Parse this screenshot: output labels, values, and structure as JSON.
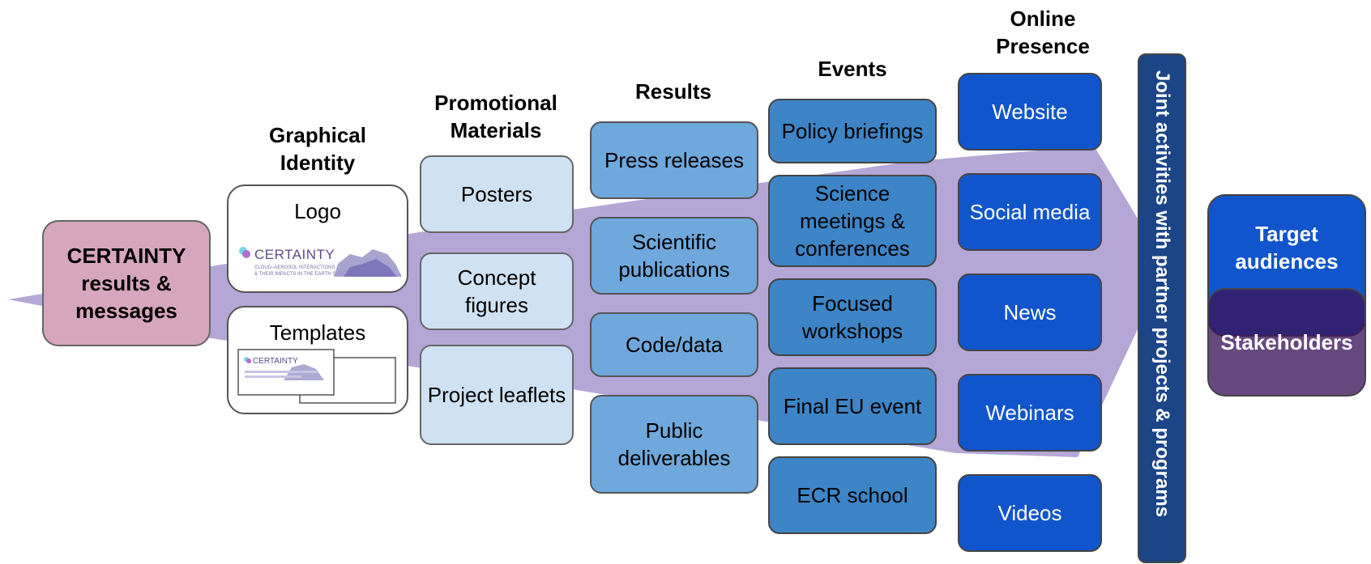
{
  "headers": {
    "graphical_identity": "Graphical Identity",
    "promotional_materials": "Promotional Materials",
    "results": "Results",
    "events": "Events",
    "online_presence": "Online Presence"
  },
  "source": {
    "label": "CERTAINTY results & messages"
  },
  "graphical_identity": {
    "logo_label": "Logo",
    "templates_label": "Templates",
    "logo_brand": "CERTAINTY",
    "logo_tagline_1": "CLOUD–AEROSOL INTERACTIONS",
    "logo_tagline_2": "& THEIR IMPACTS IN THE EARTH SYSTEM",
    "template_brand": "CERTAINTY"
  },
  "promotional_materials": [
    "Posters",
    "Concept figures",
    "Project leaflets"
  ],
  "results": [
    "Press releases",
    "Scientific publications",
    "Code/data",
    "Public deliverables"
  ],
  "events": [
    "Policy briefings",
    "Science meetings & conferences",
    "Focused workshops",
    "Final EU event",
    "ECR school"
  ],
  "online_presence": [
    "Website",
    "Social media",
    "News",
    "Webinars",
    "Videos"
  ],
  "joint_activities": "Joint activities with partner projects & programs",
  "target": {
    "label": "Target audiences"
  },
  "stakeholders": {
    "label": "Stakeholders"
  },
  "colors": {
    "funnel": "#b4a7d6",
    "source": "#d5a6bd",
    "light_box": "#cfe2f3",
    "mid_box": "#6fa8dc",
    "event_box": "#3d85c6",
    "online_box": "#1155cc",
    "joint_bar": "#1c4587"
  }
}
